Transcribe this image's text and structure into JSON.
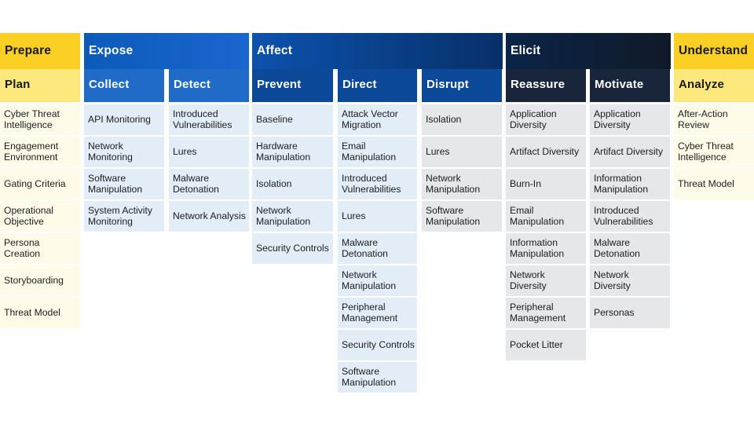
{
  "goals": {
    "prepare": "Prepare",
    "expose": "Expose",
    "affect": "Affect",
    "elicit": "Elicit",
    "understand": "Understand"
  },
  "approaches": [
    {
      "id": "plan",
      "label": "Plan",
      "items": [
        "Cyber Threat Intelligence",
        "Engagement Environment",
        "Gating Criteria",
        "Operational Objective",
        "Persona Creation",
        "Storyboarding",
        "Threat Model"
      ]
    },
    {
      "id": "collect",
      "label": "Collect",
      "items": [
        "API Monitoring",
        "Network Monitoring",
        "Software Manipulation",
        "System Activity Monitoring"
      ]
    },
    {
      "id": "detect",
      "label": "Detect",
      "items": [
        "Introduced Vulnerabilities",
        "Lures",
        "Malware Detonation",
        "Network Analysis"
      ]
    },
    {
      "id": "prevent",
      "label": "Prevent",
      "items": [
        "Baseline",
        "Hardware Manipulation",
        "Isolation",
        "Network Manipulation",
        "Security Controls"
      ]
    },
    {
      "id": "direct",
      "label": "Direct",
      "items": [
        "Attack Vector Migration",
        "Email Manipulation",
        "Introduced Vulnerabilities",
        "Lures",
        "Malware Detonation",
        "Network Manipulation",
        "Peripheral Management",
        "Security Controls",
        "Software Manipulation"
      ]
    },
    {
      "id": "disrupt",
      "label": "Disrupt",
      "items": [
        "Isolation",
        "Lures",
        "Network Manipulation",
        "Software Manipulation"
      ]
    },
    {
      "id": "reassure",
      "label": "Reassure",
      "items": [
        "Application Diversity",
        "Artifact Diversity",
        "Burn-In",
        "Email Manipulation",
        "Information Manipulation",
        "Network Diversity",
        "Peripheral Management",
        "Pocket Litter"
      ]
    },
    {
      "id": "motivate",
      "label": "Motivate",
      "items": [
        "Application Diversity",
        "Artifact Diversity",
        "Information Manipulation",
        "Introduced Vulnerabilities",
        "Malware Detonation",
        "Network Diversity",
        "Personas"
      ]
    },
    {
      "id": "analyze",
      "label": "Analyze",
      "items": [
        "After-Action Review",
        "Cyber Threat Intelligence",
        "Threat Model"
      ]
    }
  ],
  "colors": {
    "prepare_understand": "#fccf25",
    "approach_yellow": "#fde87d",
    "expose": "#1261c4",
    "affect": "#0a3f88",
    "elicit": "#0d1d33",
    "cell_yellow": "#fffbe9",
    "cell_blue": "#e3edf8",
    "cell_gray": "#e6e7e9"
  }
}
